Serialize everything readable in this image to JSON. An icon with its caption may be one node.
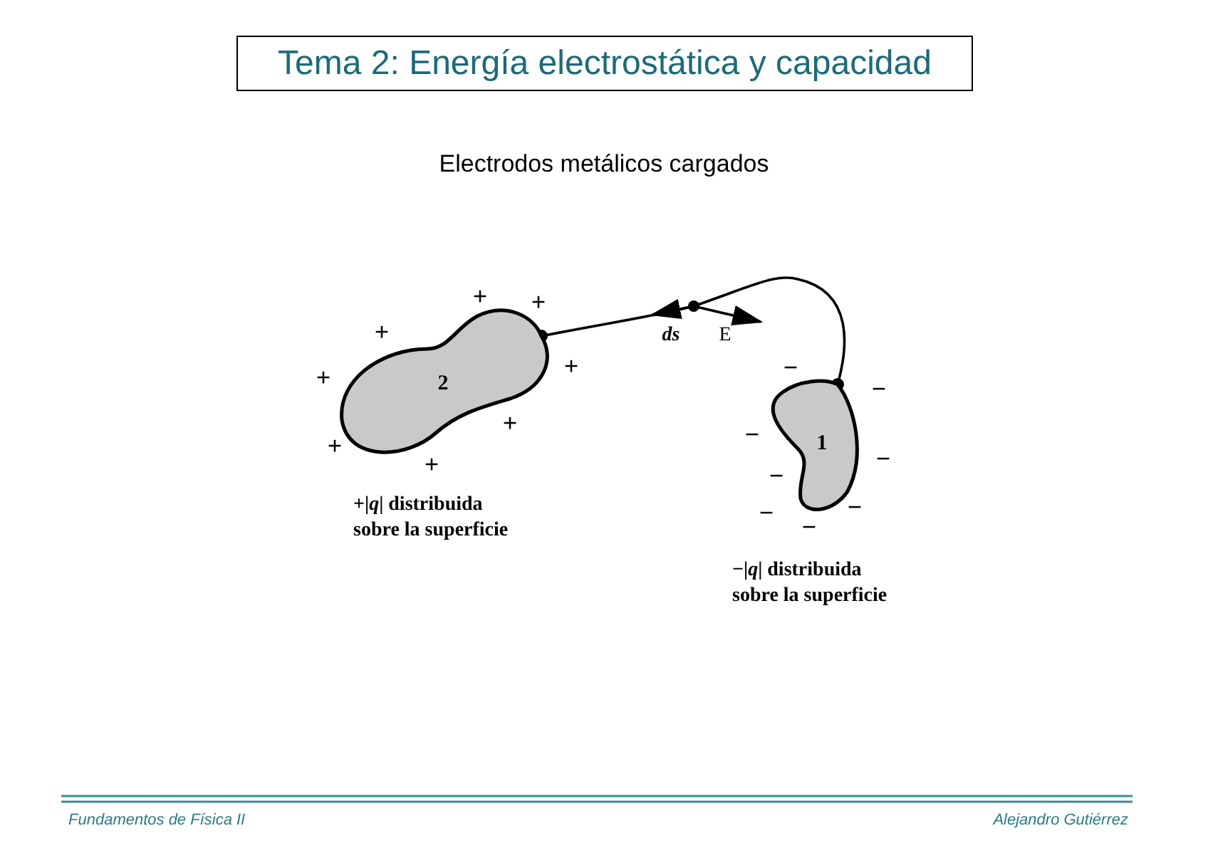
{
  "diagram": {
    "title": "Tema 2: Energía electrostática y capacidad",
    "nodes": [
      {
        "text": [
          "2"
        ],
        "beside": [
          "+",
          "+",
          "+",
          "+",
          "+",
          "+",
          "+",
          "+"
        ]
      },
      {
        "text": [
          "1"
        ],
        "beside": [
          "−",
          "−",
          "−",
          "−",
          "−",
          "−",
          "−",
          "−"
        ]
      }
    ],
    "edges": [
      {
        "from": 0,
        "to": 1,
        "arrow": "other"
      }
    ],
    "labels": [
      "Electrodos metálicos cargados",
      "ds",
      "E",
      "+|*q*| distribuida sobre la superficie",
      "−|*q*| distribuida sobre la superficie",
      "Fundamentos de Física II",
      "Alejandro Gutiérrez"
    ]
  }
}
